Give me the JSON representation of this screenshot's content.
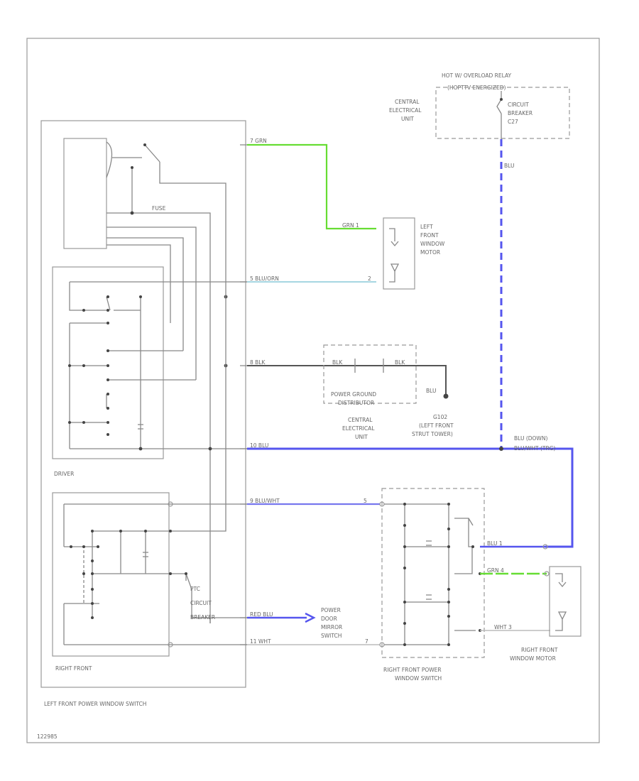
{
  "page": {
    "code": "122985"
  },
  "labels": {
    "hot_relay_line1": "HOT W/ OVERLOAD RELAY",
    "hot_relay_line2": "(HOPTTV ENERGIZED)",
    "central_unit_top": [
      "CENTRAL",
      "ELECTRICAL",
      "UNIT"
    ],
    "circuit_breaker_top": [
      "CIRCUIT",
      "BREAKER",
      "C27"
    ],
    "left_motor": [
      "LEFT",
      "FRONT",
      "WINDOW",
      "MOTOR"
    ],
    "power_ground": [
      "POWER GROUND",
      "DISTRIBUTOR"
    ],
    "central_unit_mid": [
      "CENTRAL",
      "ELECTRICAL",
      "UNIT"
    ],
    "ground_g102": [
      "G102",
      "(LEFT FRONT",
      "STRUT TOWER)"
    ],
    "blu_ground": "BLU",
    "blu_down": [
      "BLU (DOWN)",
      "BLU/WHT (TRG)"
    ],
    "driver": "DRIVER",
    "right_front": "RIGHT FRONT",
    "ptc_breaker": [
      "PTC",
      "CIRCUIT",
      "BREAKER"
    ],
    "power_mirror": [
      "POWER",
      "DOOR",
      "MIRROR",
      "SWITCH"
    ],
    "rf_switch": [
      "RIGHT FRONT POWER",
      "WINDOW SWITCH"
    ],
    "rf_motor": [
      "RIGHT FRONT",
      "WINDOW MOTOR"
    ],
    "lf_switch": "LEFT FRONT POWER WINDOW SWITCH",
    "fuse_label": "FUSE",
    "blu_vert": "BLU"
  },
  "wires": {
    "w1": "7  GRN",
    "w2": "5  BLU/ORN",
    "w3": "8  BLK",
    "w4": "10  BLU",
    "w5": "9  BLU/WHT",
    "w6": "RED  BLU",
    "w7": "11  WHT",
    "m1": "GRN  1",
    "m2": "2",
    "pg1": "BLK",
    "pg2": "BLK",
    "rf1": "5",
    "rf2": "BLU  1",
    "rf3": "GRN  4",
    "rf4": "WHT  3",
    "rf5": "7"
  },
  "colors": {
    "green": "#66dd33",
    "blue": "#5555ee",
    "teal": "#88c8d8",
    "black_wire": "#555555"
  }
}
